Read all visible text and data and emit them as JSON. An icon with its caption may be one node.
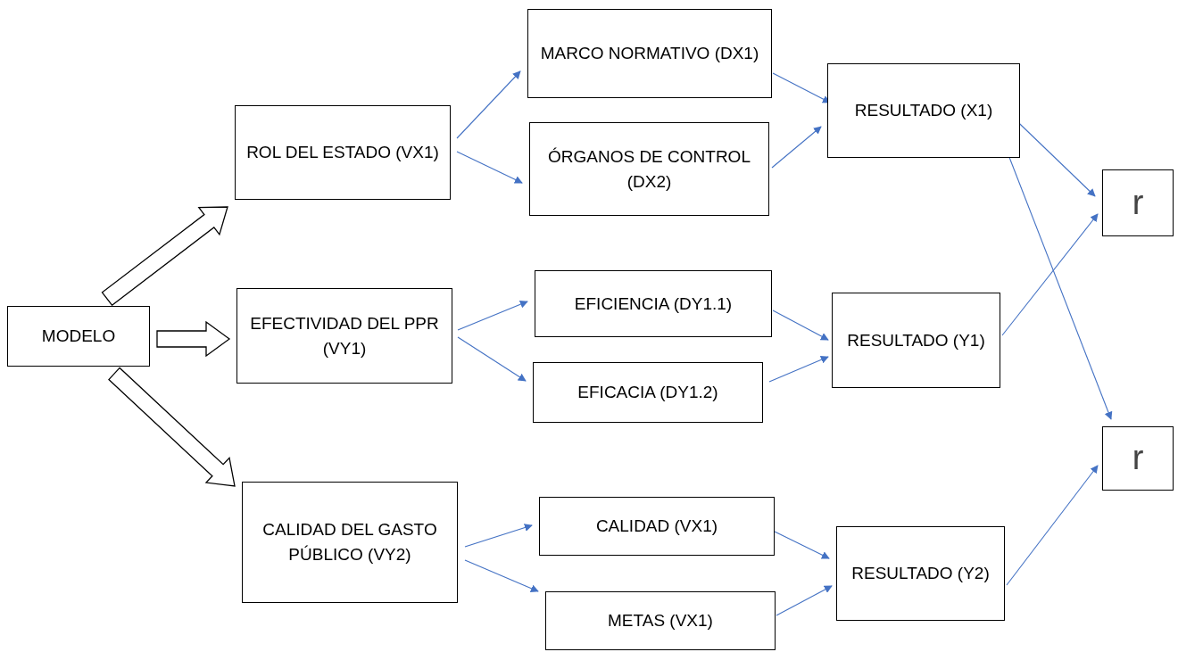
{
  "diagram": {
    "nodes": [
      {
        "text": [
          "MODELO"
        ]
      },
      {
        "text": [
          "ROL DEL ESTADO (VX1)"
        ]
      },
      {
        "text": [
          "EFECTIVIDAD DEL PPR (VY1)"
        ]
      },
      {
        "text": [
          "CALIDAD DEL GASTO PÚBLICO (VY2)"
        ]
      },
      {
        "text": [
          "MARCO NORMATIVO (DX1)"
        ]
      },
      {
        "text": [
          "ÓRGANOS DE CONTROL (DX2)"
        ]
      },
      {
        "text": [
          "EFICIENCIA (DY1.1)"
        ]
      },
      {
        "text": [
          "EFICACIA (DY1.2)"
        ]
      },
      {
        "text": [
          "CALIDAD (VX1)"
        ]
      },
      {
        "text": [
          "METAS (VX1)"
        ]
      },
      {
        "text": [
          "RESULTADO (X1)"
        ]
      },
      {
        "text": [
          "RESULTADO (Y1)"
        ]
      },
      {
        "text": [
          "RESULTADO (Y2)"
        ]
      },
      {
        "text": [
          "r"
        ]
      },
      {
        "text": [
          "r"
        ]
      }
    ],
    "edges": [
      {
        "from": 0,
        "to": 1,
        "arrow": "to",
        "style": "thick"
      },
      {
        "from": 0,
        "to": 2,
        "arrow": "to",
        "style": "thick"
      },
      {
        "from": 0,
        "to": 3,
        "arrow": "to",
        "style": "thick"
      },
      {
        "from": 1,
        "to": 4,
        "arrow": "to"
      },
      {
        "from": 1,
        "to": 5,
        "arrow": "to"
      },
      {
        "from": 2,
        "to": 6,
        "arrow": "to"
      },
      {
        "from": 2,
        "to": 7,
        "arrow": "to"
      },
      {
        "from": 3,
        "to": 8,
        "arrow": "to"
      },
      {
        "from": 3,
        "to": 9,
        "arrow": "to"
      },
      {
        "from": 4,
        "to": 10,
        "arrow": "to"
      },
      {
        "from": 5,
        "to": 10,
        "arrow": "to"
      },
      {
        "from": 6,
        "to": 11,
        "arrow": "to"
      },
      {
        "from": 7,
        "to": 11,
        "arrow": "to"
      },
      {
        "from": 8,
        "to": 12,
        "arrow": "to"
      },
      {
        "from": 9,
        "to": 12,
        "arrow": "to"
      },
      {
        "from": 10,
        "to": 13,
        "arrow": "to"
      },
      {
        "from": 10,
        "to": 14,
        "arrow": "to"
      },
      {
        "from": 11,
        "to": 13,
        "arrow": "to"
      },
      {
        "from": 12,
        "to": 14,
        "arrow": "to"
      }
    ]
  }
}
